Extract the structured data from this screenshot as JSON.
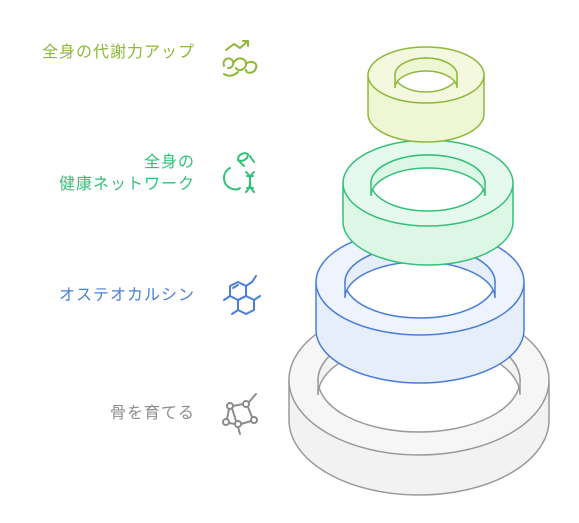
{
  "layers": [
    {
      "id": "metabolism",
      "label_lines": [
        "全身の代謝力アップ"
      ],
      "color": "#8db83a",
      "fill": "#eef6d4",
      "icon": "metabolism-icon"
    },
    {
      "id": "network",
      "label_lines": [
        "全身の",
        "健康ネットワーク"
      ],
      "color": "#35c07a",
      "fill": "#dcf7e6",
      "icon": "dna-leaf-icon"
    },
    {
      "id": "osteocalcin",
      "label_lines": [
        "オステオカルシン"
      ],
      "color": "#4a7fd8",
      "fill": "#e6eefb",
      "icon": "molecule-icon"
    },
    {
      "id": "bone",
      "label_lines": [
        "骨を育てる"
      ],
      "color": "#8c8c8c",
      "fill": "#f2f2f2",
      "icon": "network-nodes-icon"
    }
  ]
}
